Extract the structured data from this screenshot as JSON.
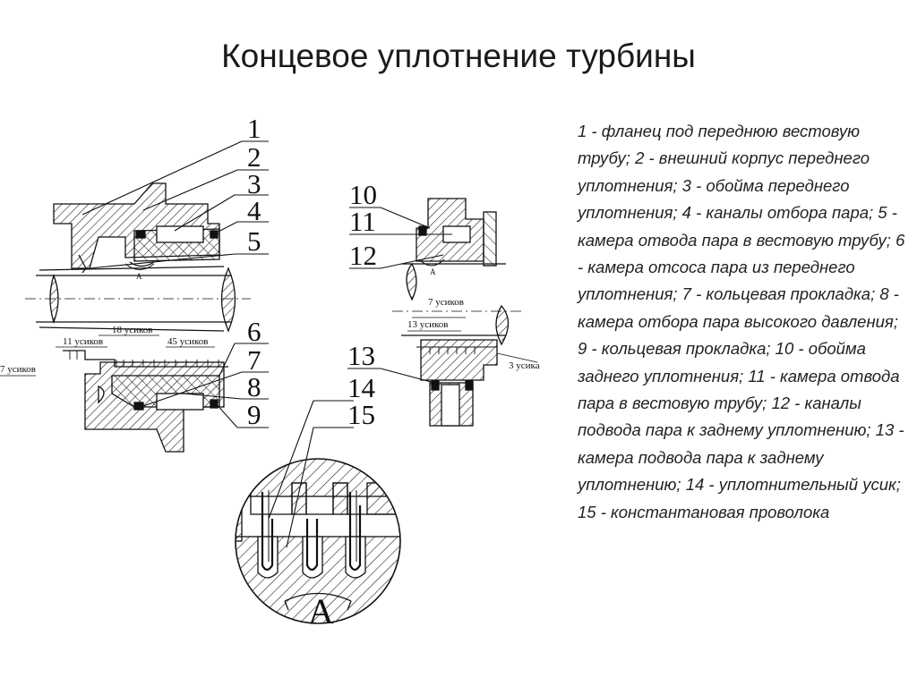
{
  "title": "Концевое уплотнение турбины",
  "legend": "1 - фланец под переднюю вестовую трубу; 2 - внешний корпус переднего уплотнения; 3 - обойма переднего уплотнения; 4 - каналы отбора пара; 5 - камера отвода пара в вестовую трубу; 6 - камера отсоса пара из переднего уплотнения; 7 - кольцевая прокладка; 8 - камера отбора пара высокого давления; 9 -  кольцевая прокладка; 10 - обойма заднего уплотнения; 11 - камера отвода пара в вестовую трубу; 12 -  каналы подвода пара к заднему уплотнению; 13 - камера подвода пара к заднему уплотнению; 14 - уплотнительный усик; 15 - константановая проволока",
  "labels": {
    "n1": "1",
    "n2": "2",
    "n3": "3",
    "n4": "4",
    "n5": "5",
    "n6": "6",
    "n7": "7",
    "n8": "8",
    "n9": "9",
    "n10": "10",
    "n11": "11",
    "n12": "12",
    "n13": "13",
    "n14": "14",
    "n15": "15",
    "view_a": "A",
    "view_a_small_front": "A",
    "view_a_small_rear": "A",
    "u11": "11 усиков",
    "u18": "18 усиков",
    "u45": "45 усиков",
    "u7_left": "7 усиков",
    "u7_rear": "7 усиков",
    "u13": "13 усиков",
    "u3": "3 усика"
  }
}
